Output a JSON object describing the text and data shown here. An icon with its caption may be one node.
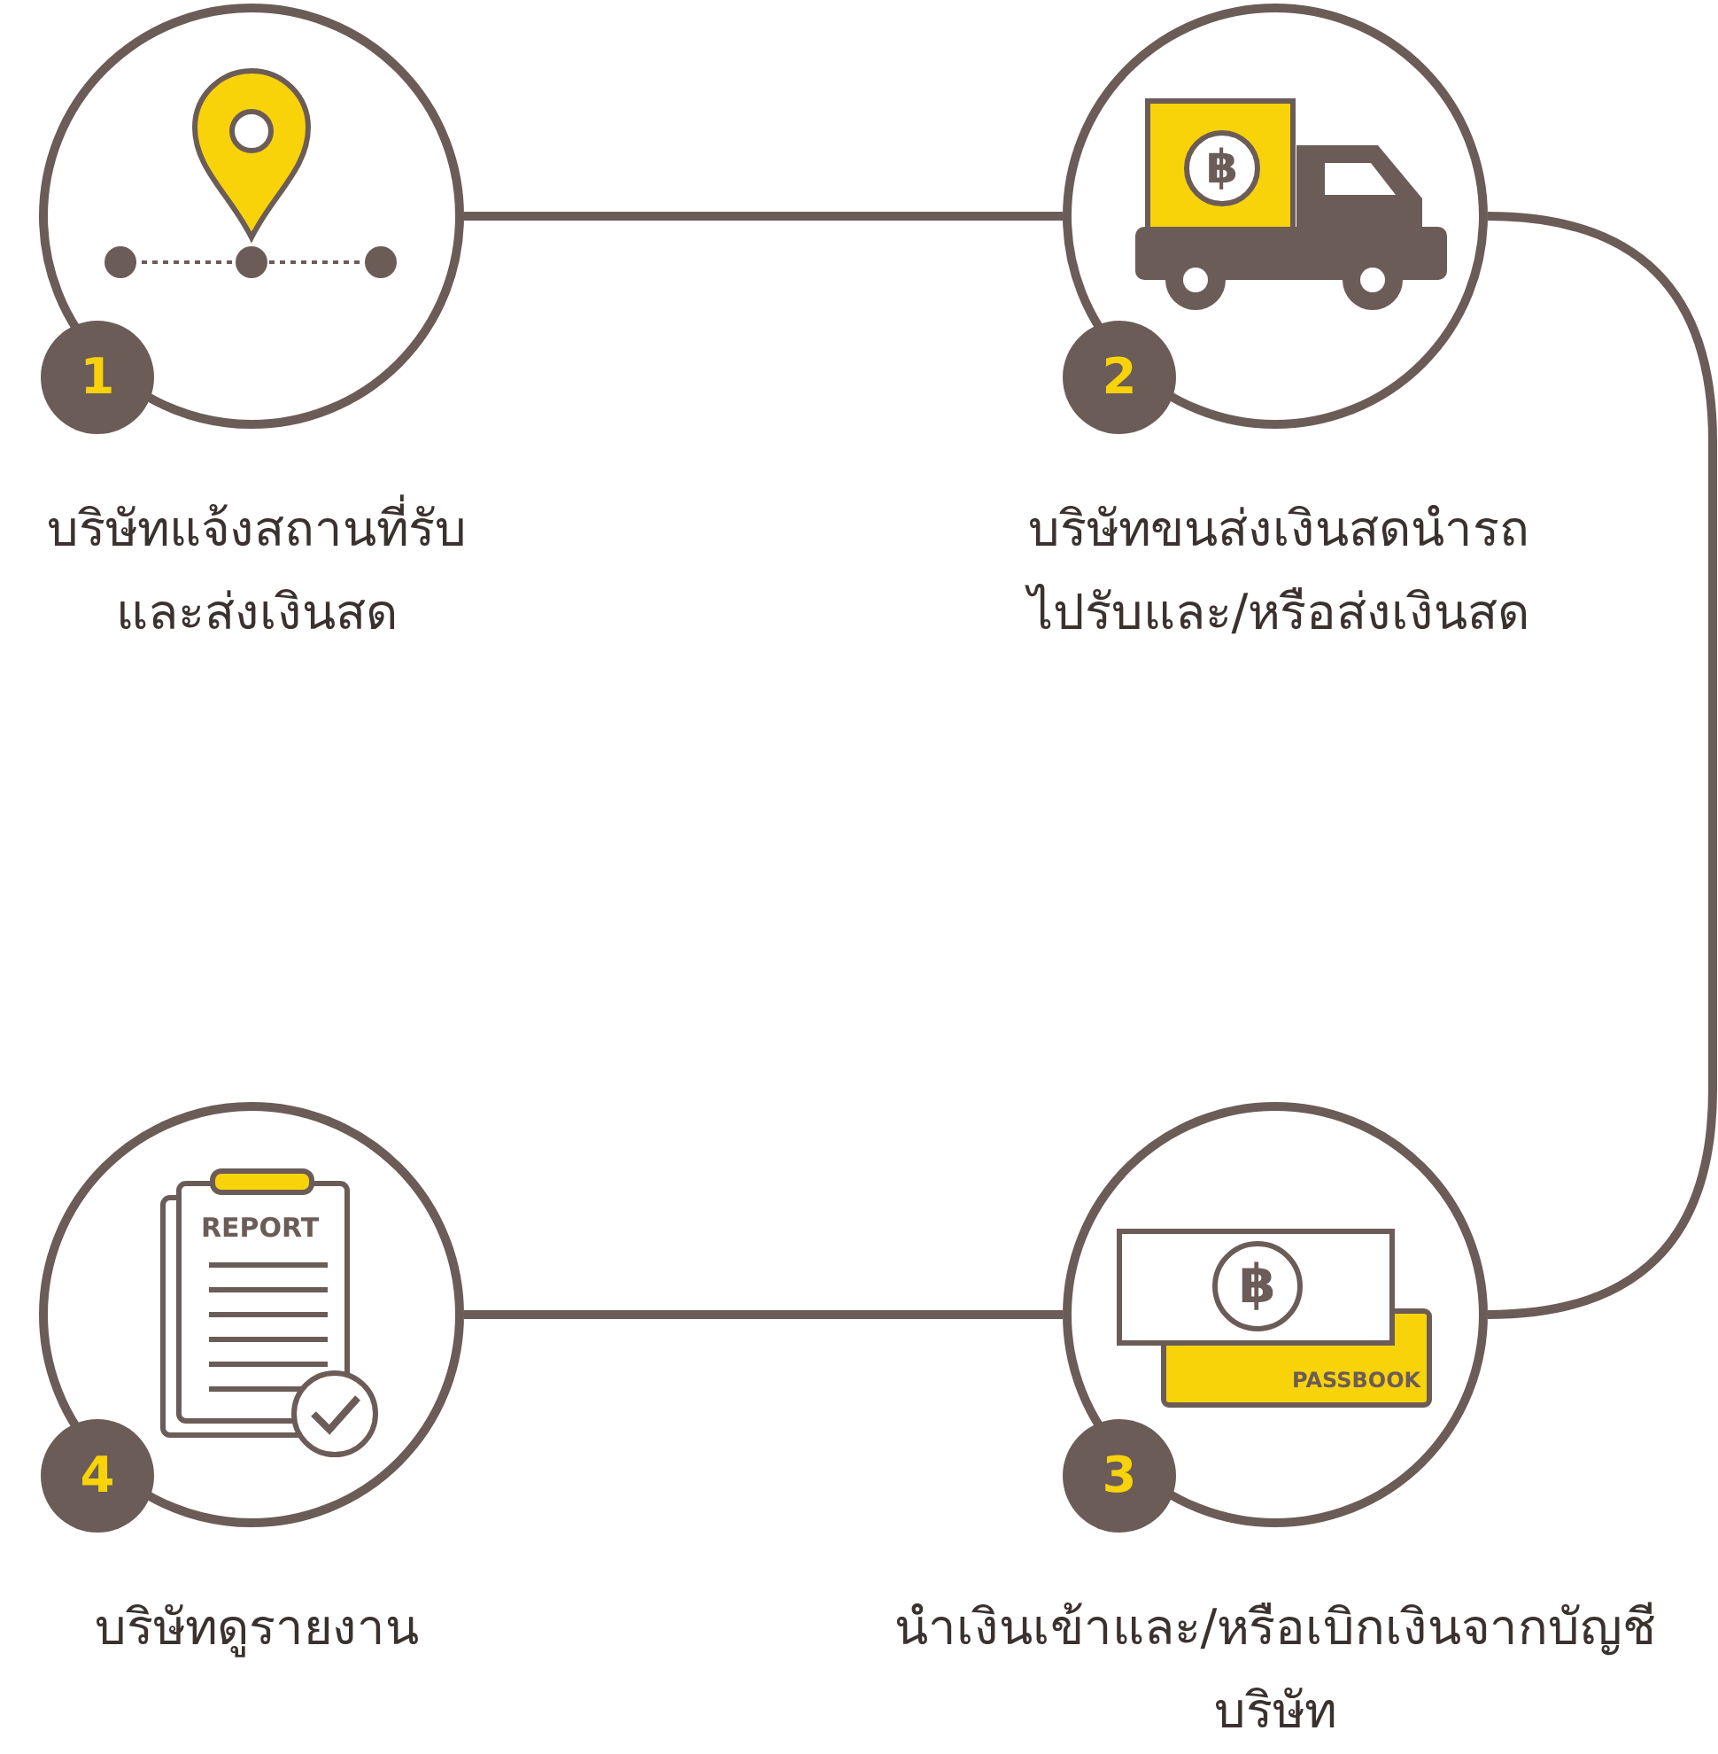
{
  "diagram": {
    "nodes": [
      {
        "text": [
          "1"
        ],
        "beside": [
          "บริษัทแจ้งสถานที่รับและส่งเงินสด"
        ]
      },
      {
        "text": [
          "2"
        ],
        "beside": [
          "บริษัทขนส่งเงินสดนำรถไปรับและ/หรือส่งเงินสด"
        ]
      },
      {
        "text": [
          "3"
        ],
        "beside": [
          "นำเงินเข้าและ/หรือเบิกเงินจากบัญชีบริษัท"
        ]
      },
      {
        "text": [
          "4"
        ],
        "beside": [
          "บริษัทดูรายงาน"
        ]
      }
    ],
    "edges": [
      {
        "from": 0,
        "to": 1,
        "arrow": "none"
      },
      {
        "from": 1,
        "to": 2,
        "arrow": "none"
      },
      {
        "from": 2,
        "to": 3,
        "arrow": "none"
      }
    ],
    "labels": [
      "฿",
      "REPORT",
      "฿",
      "PASSBOOK"
    ]
  }
}
